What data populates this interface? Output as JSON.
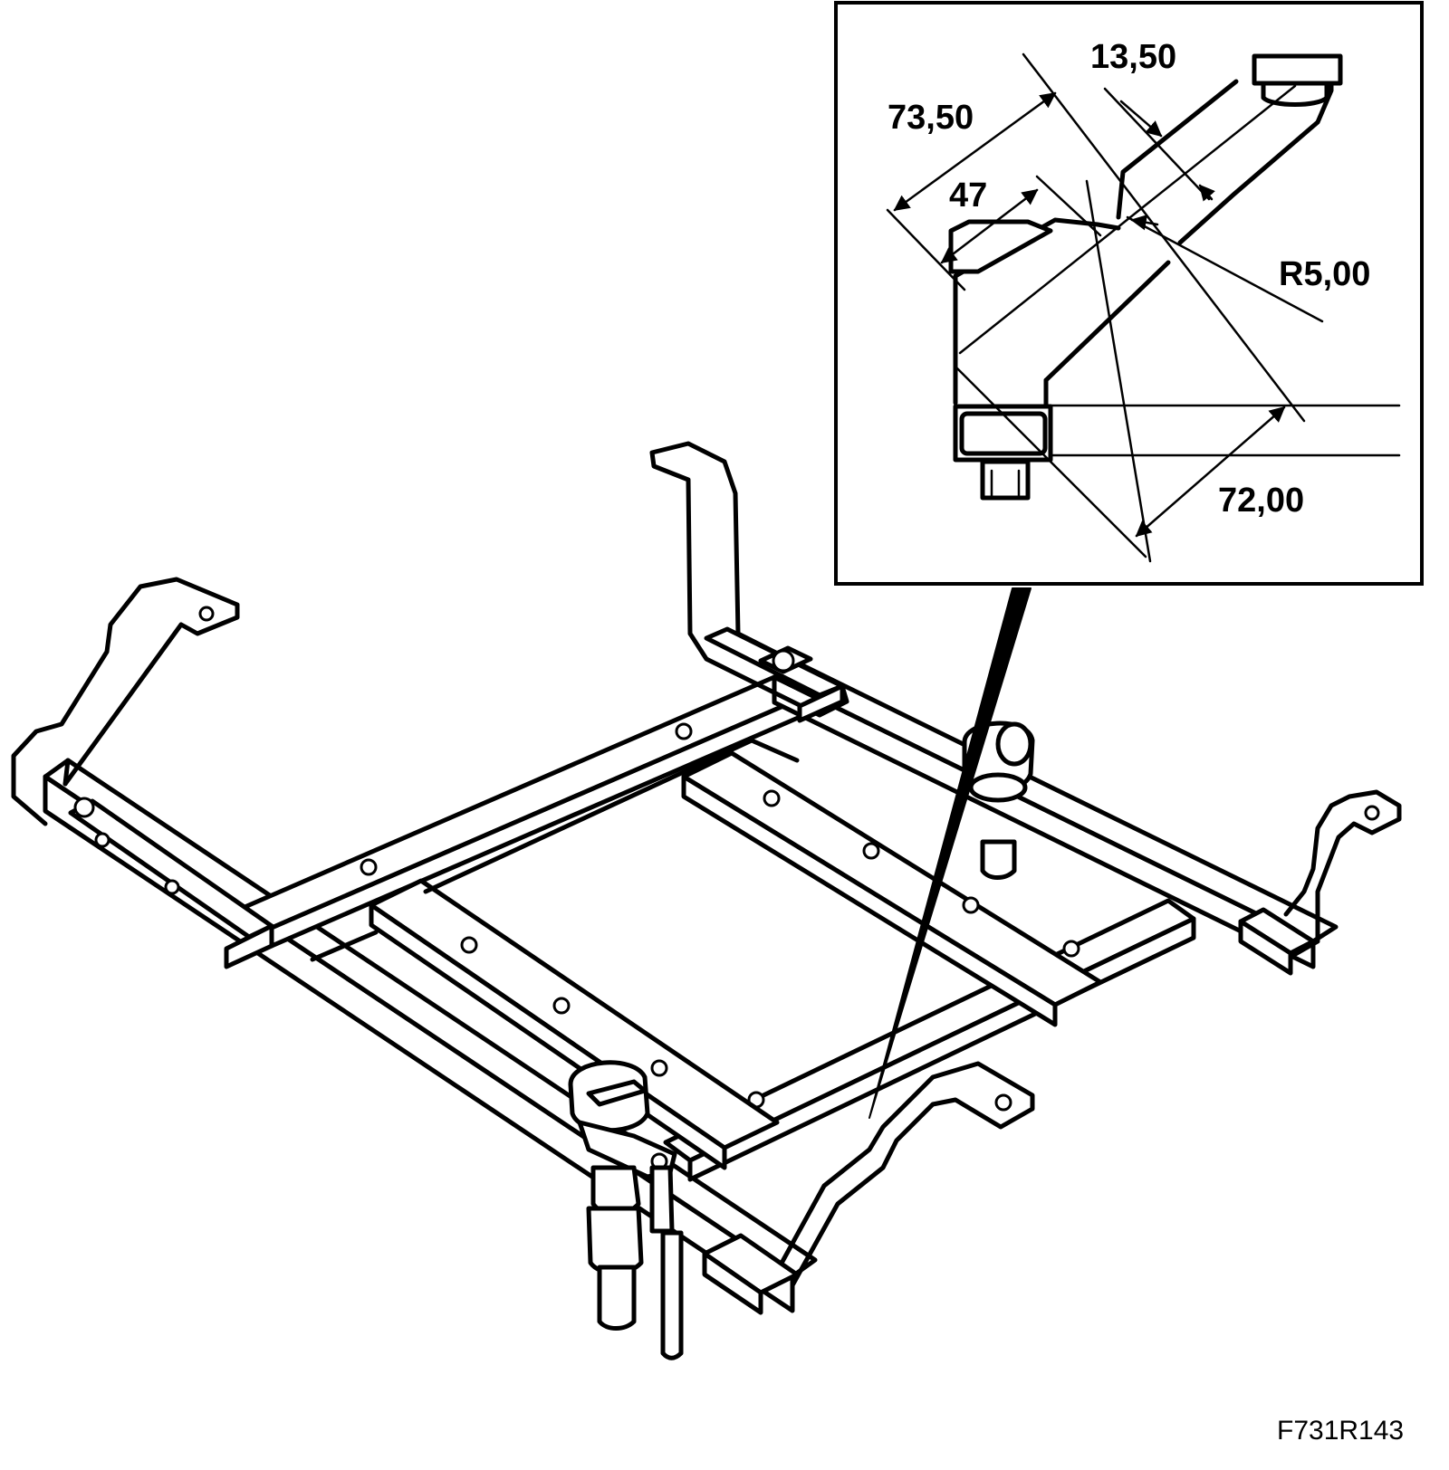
{
  "detail": {
    "dimensions": [
      {
        "id": "dim-13-50",
        "label": "13,50"
      },
      {
        "id": "dim-73-50",
        "label": "73,50"
      },
      {
        "id": "dim-47",
        "label": "47"
      },
      {
        "id": "dim-r5-00",
        "label": "R5,00"
      },
      {
        "id": "dim-72-00",
        "label": "72,00"
      }
    ]
  },
  "figure_code": "F731R143"
}
